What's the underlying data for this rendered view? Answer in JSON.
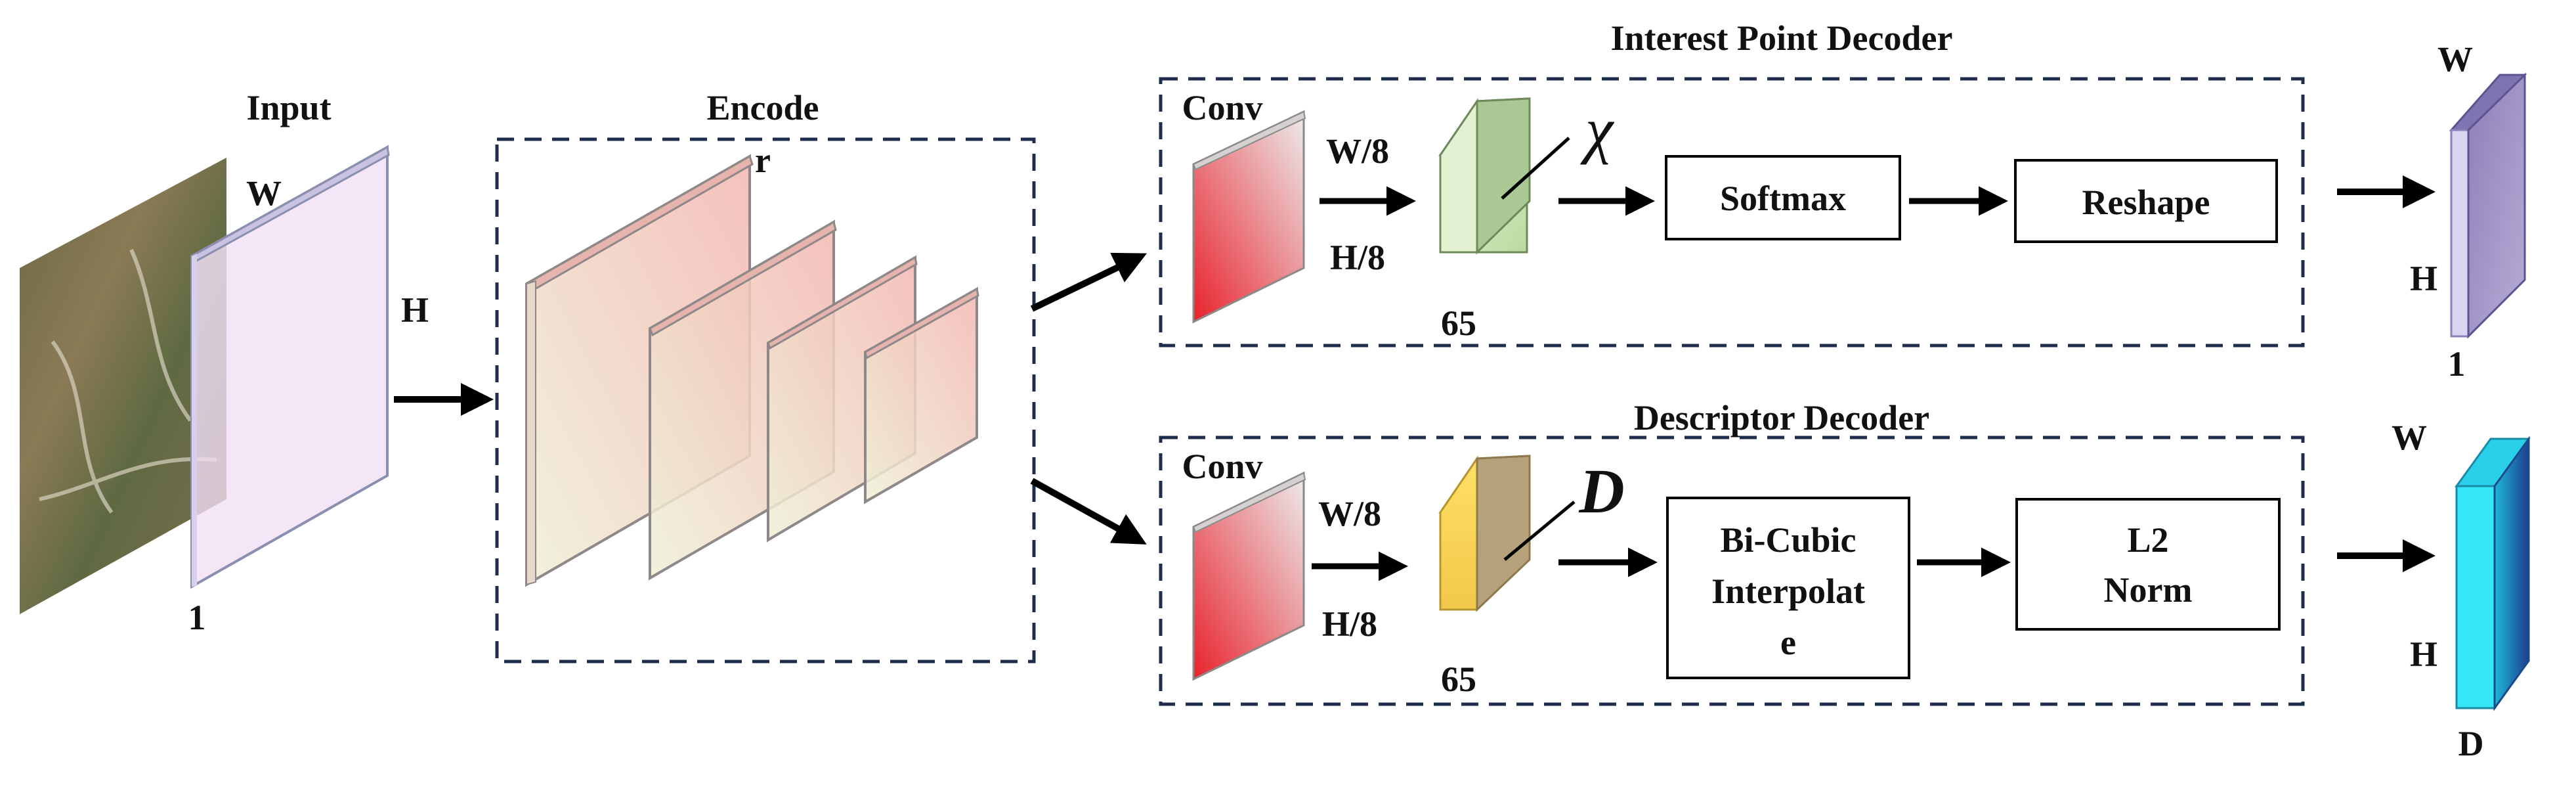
{
  "input": {
    "title": "Input",
    "width": "W",
    "height": "H",
    "channels": "1"
  },
  "encoder": {
    "title_line1": "Encode",
    "title_line2": "r"
  },
  "interest_decoder": {
    "title": "Interest Point Decoder",
    "conv": "Conv",
    "w": "W/8",
    "h": "H/8",
    "depth": "65",
    "symbol": "χ",
    "softmax": "Softmax",
    "reshape": "Reshape",
    "out_w": "W",
    "out_h": "H",
    "out_d": "1"
  },
  "descriptor_decoder": {
    "title": "Descriptor Decoder",
    "conv": "Conv",
    "w": "W/8",
    "h": "H/8",
    "depth": "65",
    "symbol": "D",
    "interp_line1": "Bi-Cubic",
    "interp_line2": "Interpolat",
    "interp_line3": "e",
    "norm_line1": "L2",
    "norm_line2": "Norm",
    "out_w": "W",
    "out_h": "H",
    "out_d": "D"
  },
  "colors": {
    "dashed_border": "#1f2d4d",
    "arrow": "#000000",
    "input_plane": "#ecd6f2",
    "encoder_plane": "#f4c8c0",
    "conv_red": "#e8202a",
    "interest_tensor": "#c9e3b0",
    "descriptor_tensor": "#f3c64a",
    "interest_output": "#9c8fc6",
    "descriptor_output": "#2fd3ea"
  }
}
